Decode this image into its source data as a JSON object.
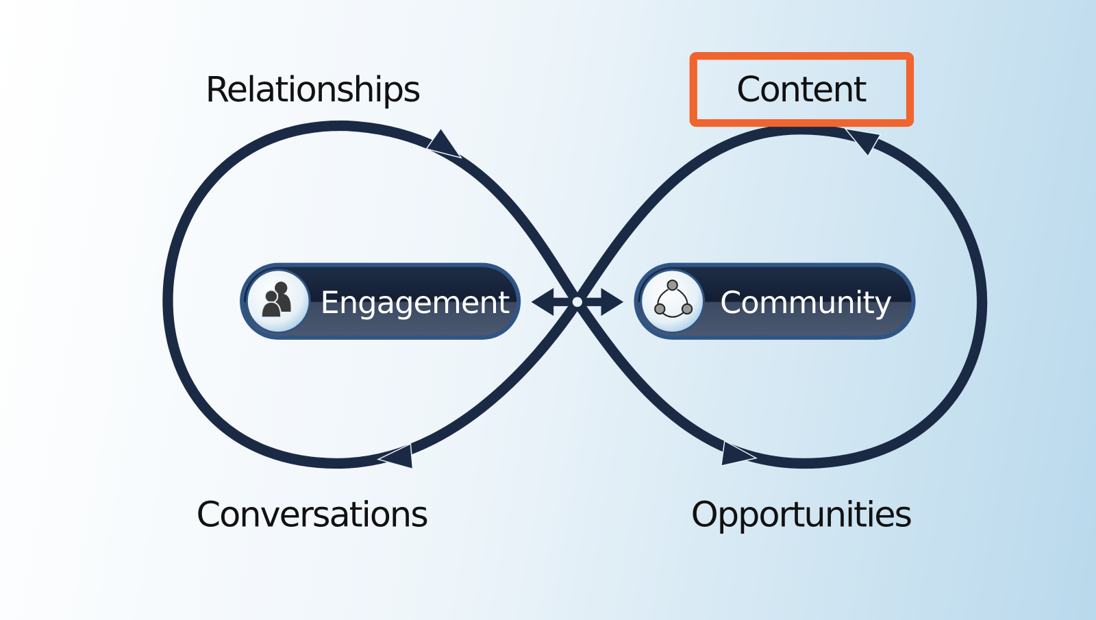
{
  "labels": {
    "top_left": "Relationships",
    "top_right": "Content",
    "bottom_left": "Conversations",
    "bottom_right": "Opportunities"
  },
  "pills": {
    "left": {
      "label": "Engagement",
      "icon": "people-icon"
    },
    "right": {
      "label": "Community",
      "icon": "network-cycle-icon"
    }
  },
  "colors": {
    "loop": "#1b2a44",
    "highlight": "#f0642e",
    "pill": "#17243c"
  }
}
